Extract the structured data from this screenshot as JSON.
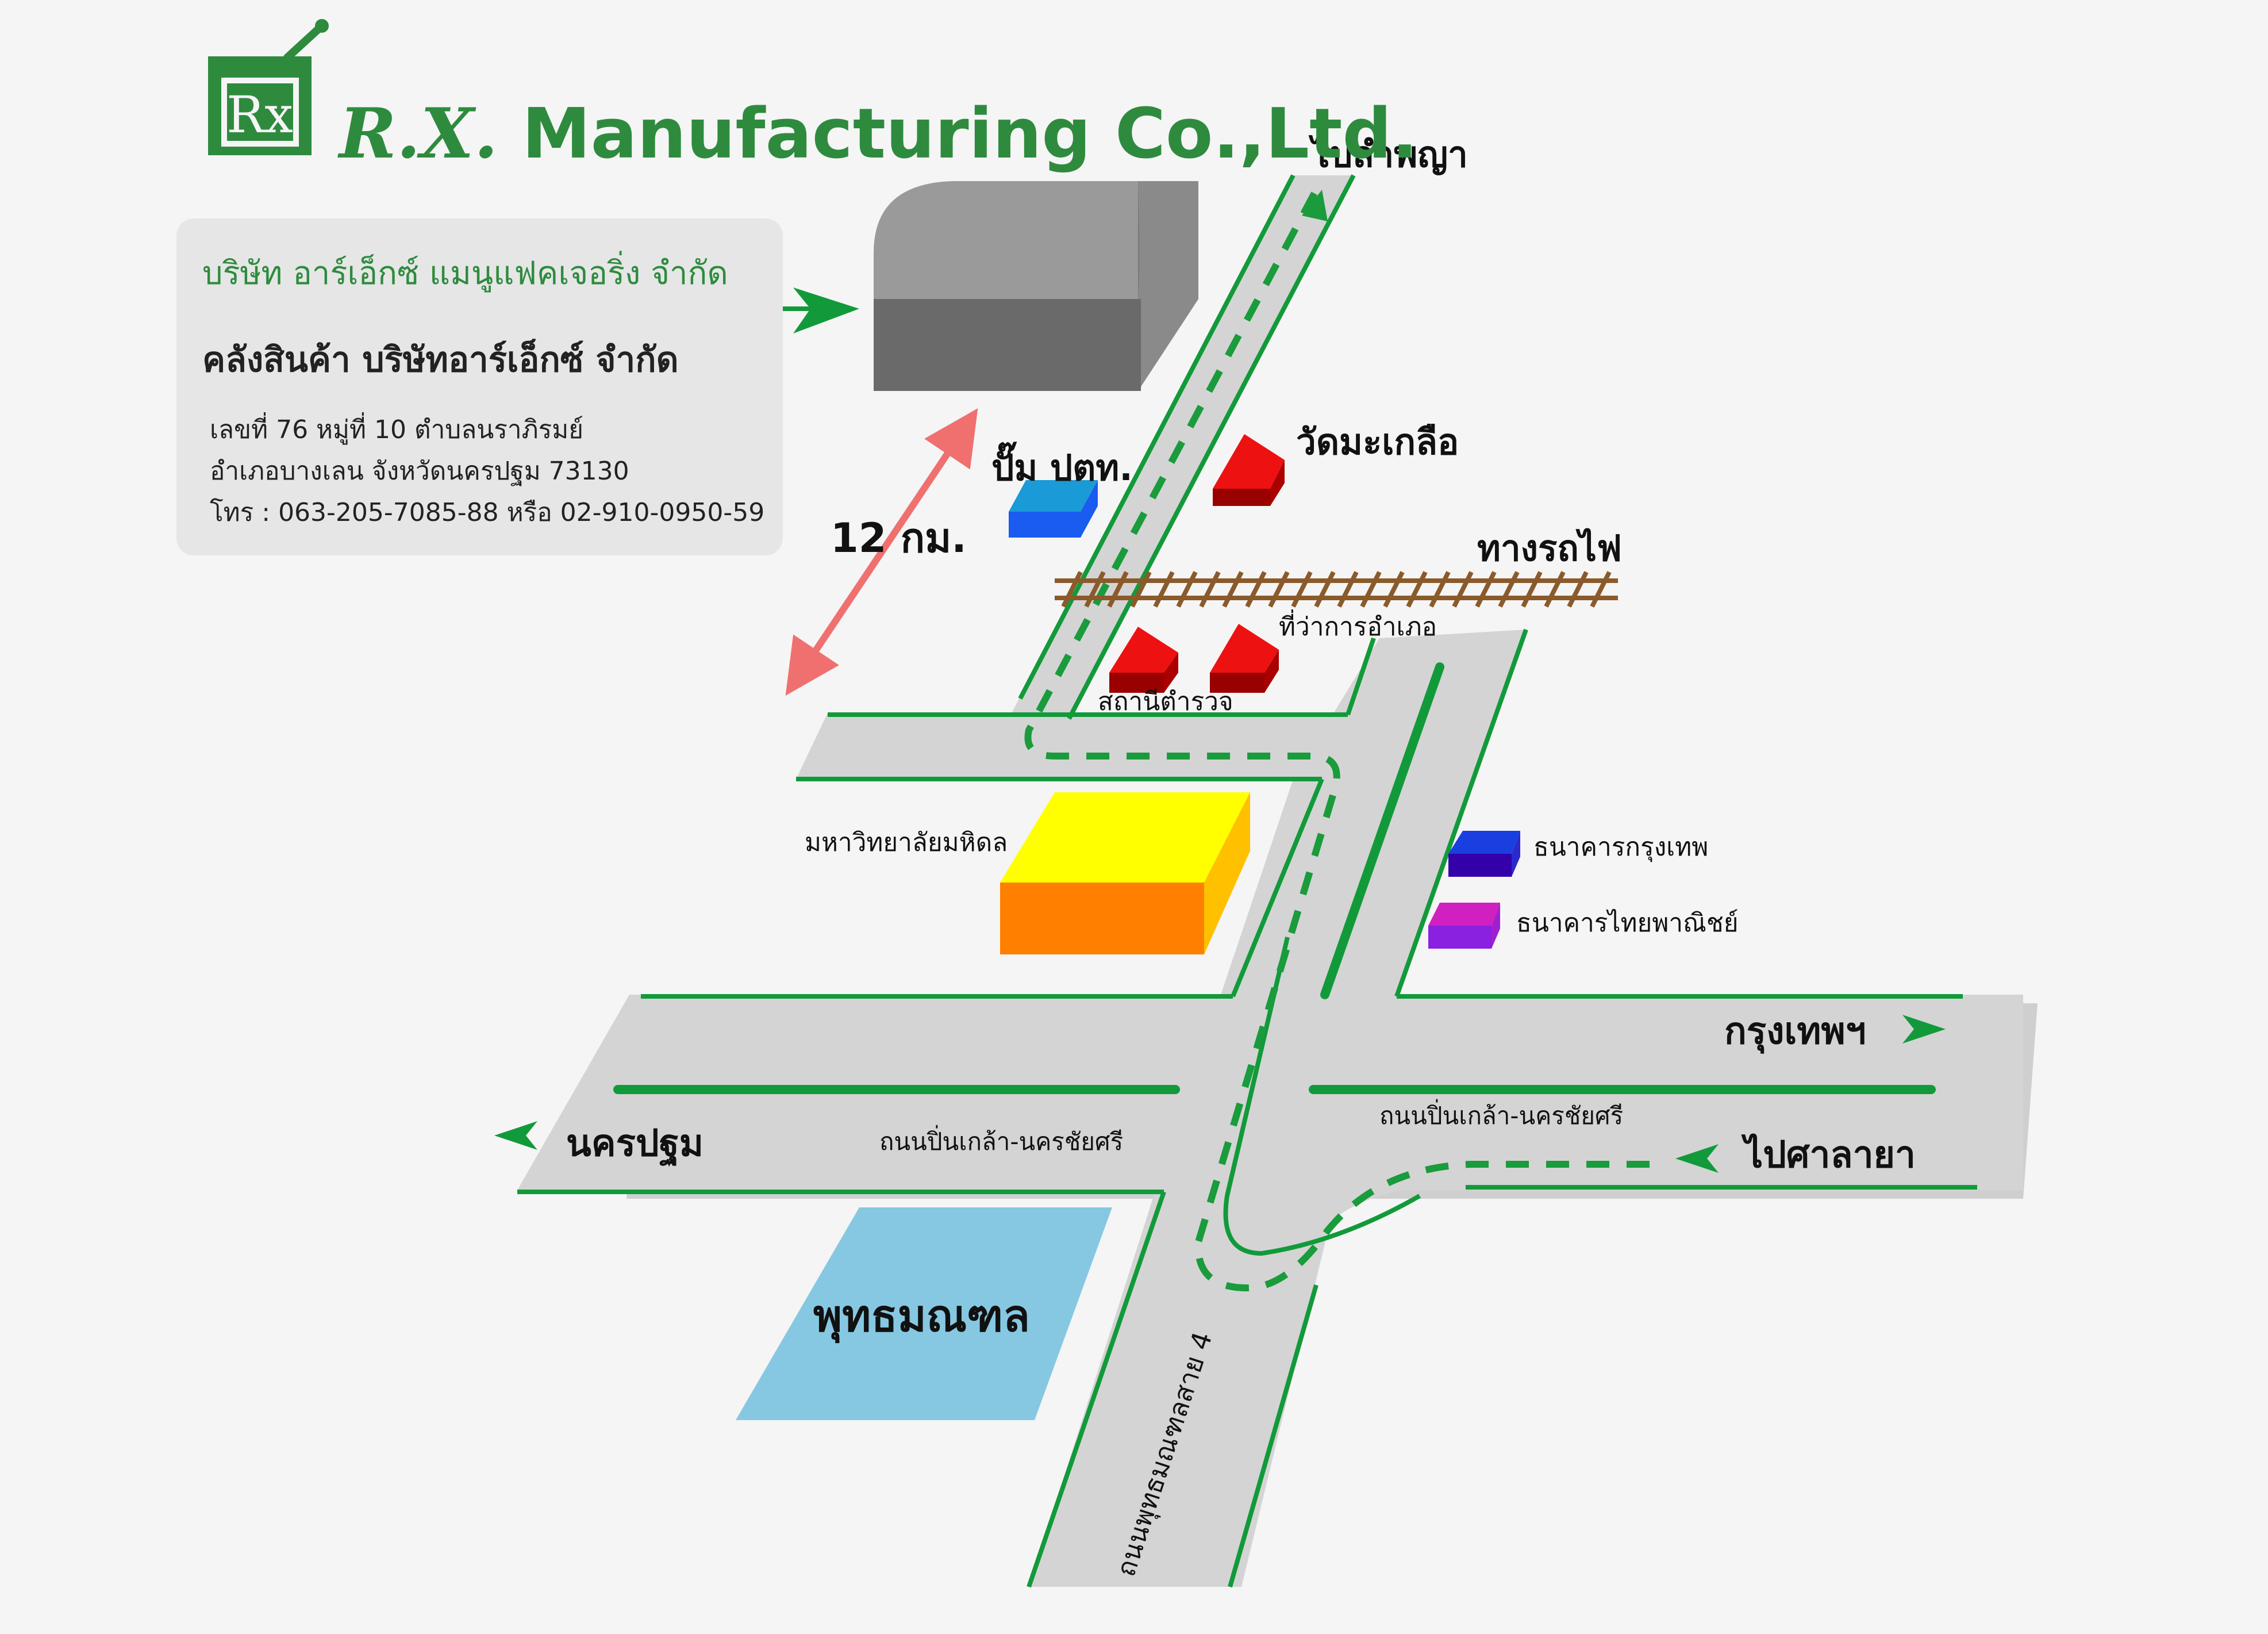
{
  "header": {
    "brand_rx": "R.X.",
    "brand_rest": "Manufacturing Co.,Ltd.",
    "logo_symbol": "Rx"
  },
  "info": {
    "company_name": "บริษัท อาร์เอ็กซ์ แมนูแฟคเจอริ่ง จำกัด",
    "warehouse": "คลังสินค้า บริษัทอาร์เอ็กซ์ จำกัด",
    "address_line1": "เลขที่ 76 หมู่ที่ 10 ตำบลนราภิรมย์",
    "address_line2": "อำเภอบางเลน จังหวัดนครปฐม 73130",
    "phone_line": "โทร : 063-205-7085-88 หรือ 02-910-0950-59"
  },
  "map": {
    "distance": "12 กม.",
    "to_lamphaya": "ไปลำพญา",
    "ptt_pump": "ปั๊ม ปตท.",
    "wat_makluea": "วัดมะเกลือ",
    "railway": "ทางรถไฟ",
    "district_office": "ที่ว่าการอำเภอ",
    "police_station": "สถานีตำรวจ",
    "mahidol": "มหาวิทยาลัยมหิดล",
    "bangkok_bank": "ธนาคารกรุงเทพ",
    "scb": "ธนาคารไทยพาณิชย์",
    "bangkok": "กรุงเทพฯ",
    "nakhon_pathom": "นครปฐม",
    "road_left": "ถนนปิ่นเกล้า-นครชัยศรี",
    "road_right": "ถนนปิ่นเกล้า-นครชัยศรี",
    "to_salaya": "ไปศาลายา",
    "phutthamonthon": "พุทธมณฑล",
    "road_sai4": "ถนนพุทธมณฑลสาย 4"
  },
  "colors": {
    "brand_green": "#2e8b3e",
    "road_gray": "#d4d4d4",
    "road_edge": "#129a3a",
    "route_green": "#1a9b3c",
    "distance_red": "#f07070",
    "temple_red": "#cc0000",
    "mahidol_yellow": "#ffff00",
    "mahidol_orange": "#ff8000",
    "phutthamonthon_blue": "#86c8e2",
    "bangkok_bank_blue": "#1a3fe0",
    "scb_purple": "#a020d0",
    "ptt_blue": "#1a9ad6"
  }
}
